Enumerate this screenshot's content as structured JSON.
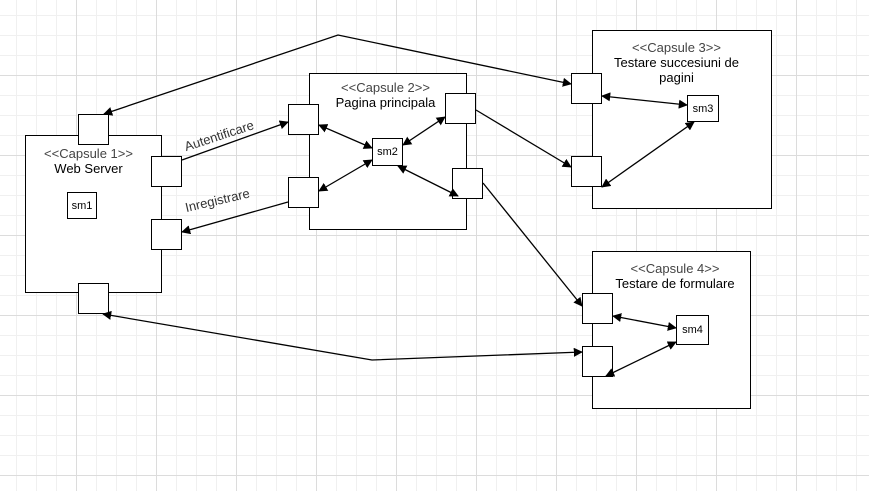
{
  "capsules": [
    {
      "stereotype": "<<Capsule 1>>",
      "name": "Web Server",
      "sm": "sm1"
    },
    {
      "stereotype": "<<Capsule 2>>",
      "name": "Pagina principala",
      "sm": "sm2"
    },
    {
      "stereotype": "<<Capsule 3>>",
      "name": "Testare succesiuni de pagini",
      "sm": "sm3"
    },
    {
      "stereotype": "<<Capsule 4>>",
      "name": "Testare de formulare",
      "sm": "sm4"
    }
  ],
  "connectors": {
    "autentificare": "Autentificare",
    "inregistrare": "Inregistrare"
  }
}
